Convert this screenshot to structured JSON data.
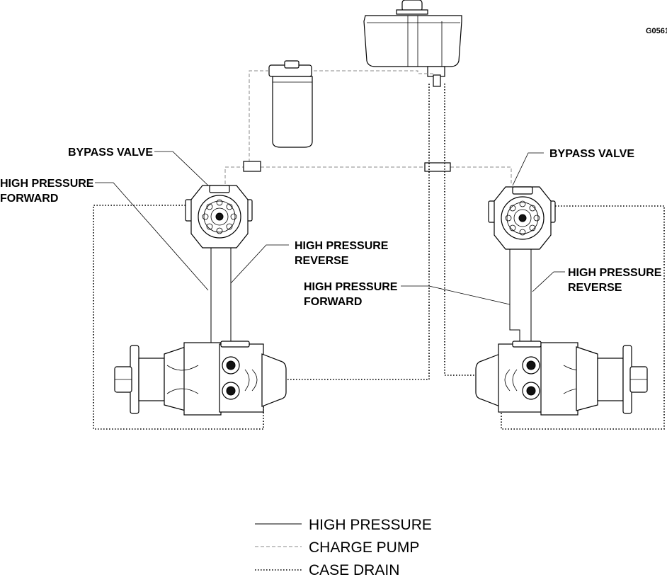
{
  "figure_id": "G0561",
  "labels": {
    "left_bypass": "BYPASS VALVE",
    "left_hp_forward": [
      "HIGH PRESSURE",
      "FORWARD"
    ],
    "left_hp_reverse": [
      "HIGH PRESSURE",
      "REVERSE"
    ],
    "right_bypass": "BYPASS VALVE",
    "right_hp_forward": [
      "HIGH PRESSURE",
      "FORWARD"
    ],
    "right_hp_reverse": [
      "HIGH PRESSURE",
      "REVERSE"
    ]
  },
  "legend": [
    {
      "style": "solid",
      "label": "HIGH PRESSURE"
    },
    {
      "style": "dashed",
      "label": "CHARGE PUMP"
    },
    {
      "style": "dotted",
      "label": "CASE DRAIN"
    }
  ]
}
